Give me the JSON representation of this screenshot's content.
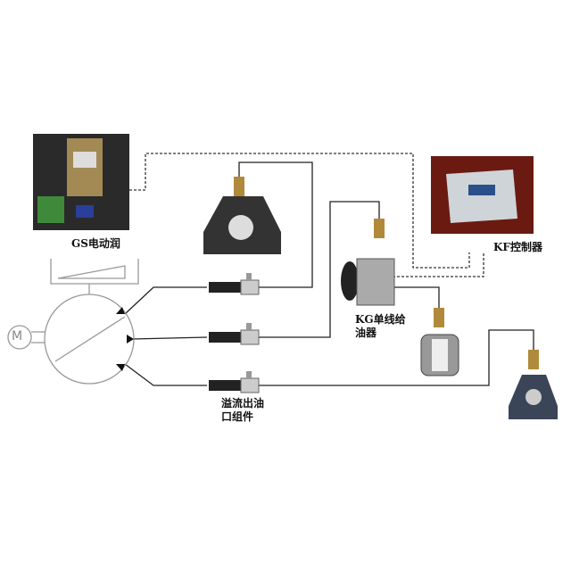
{
  "labels": {
    "pump": "GS电动润",
    "controller": "KF控制器",
    "distributor_line1": "KG单线给",
    "distributor_line2": "油器",
    "relief_line1": "溢流出油",
    "relief_line2": "口组件",
    "motor": "M"
  },
  "colors": {
    "line": "#222222",
    "schematic": "#999999",
    "photo_bg": "#2a2a2a",
    "controller_bg": "#6b1a12",
    "fitting": "#b08a3a"
  }
}
